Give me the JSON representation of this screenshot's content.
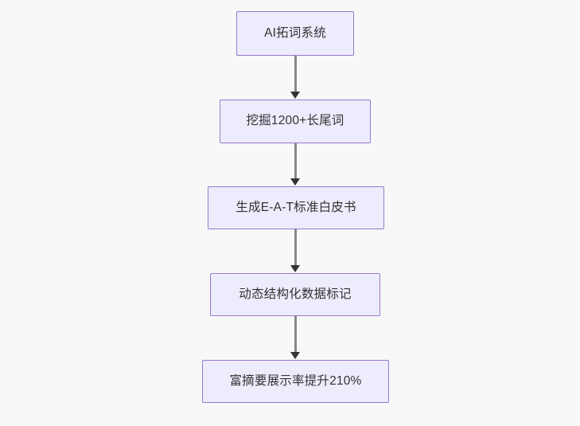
{
  "diagram": {
    "type": "flowchart",
    "orientation": "top-to-bottom",
    "background_color": "#f8f8f8",
    "node_fill_color": "#ececfc",
    "node_border_color": "#9a78cd",
    "node_text_color": "#333333",
    "connector_color": "#888888",
    "arrowhead_color": "#333333",
    "nodes": [
      {
        "id": "node-1",
        "label": "AI拓词系统"
      },
      {
        "id": "node-2",
        "label": "挖掘1200+长尾词"
      },
      {
        "id": "node-3",
        "label": "生成E-A-T标准白皮书"
      },
      {
        "id": "node-4",
        "label": "动态结构化数据标记"
      },
      {
        "id": "node-5",
        "label": "富摘要展示率提升210%"
      }
    ],
    "edges": [
      {
        "from": "node-1",
        "to": "node-2"
      },
      {
        "from": "node-2",
        "to": "node-3"
      },
      {
        "from": "node-3",
        "to": "node-4"
      },
      {
        "from": "node-4",
        "to": "node-5"
      }
    ]
  }
}
